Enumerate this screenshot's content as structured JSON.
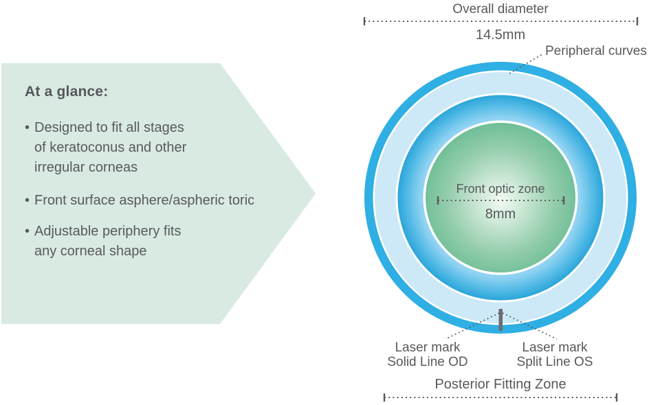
{
  "colors": {
    "panel_bg": "#D9EAE3",
    "text": "#58595B",
    "lens_outer_ring": "#2FAFE3",
    "lens_peripheral_band": "#CDE9F8",
    "lens_fitting_zone_outer": "#2BA5DA",
    "lens_fitting_zone_inner": "#8FD2F1",
    "optic_zone_edge": "#6FBE97",
    "optic_zone_center": "#F2FAF4",
    "laser_mark": "#6A6D70"
  },
  "panel": {
    "title": "At a glance:",
    "bullet_char": "•",
    "bullets": [
      {
        "lines": [
          "Designed to fit all stages",
          "of keratoconus and other",
          "irregular corneas"
        ]
      },
      {
        "lines": [
          "Front surface asphere/aspheric toric"
        ]
      },
      {
        "lines": [
          "Adjustable periphery fits",
          "any corneal shape"
        ]
      }
    ]
  },
  "diagram": {
    "overall_diameter_label": "Overall diameter",
    "overall_diameter_value": "14.5mm",
    "peripheral_curves_label": "Peripheral curves",
    "front_optic_zone_label": "Front optic zone",
    "front_optic_zone_value": "8mm",
    "laser_mark_od": {
      "line1": "Laser mark",
      "line2": "Solid Line OD"
    },
    "laser_mark_os": {
      "line1": "Laser mark",
      "line2": "Split Line OS"
    },
    "posterior_fitting_zone_label": "Posterior Fitting Zone"
  }
}
